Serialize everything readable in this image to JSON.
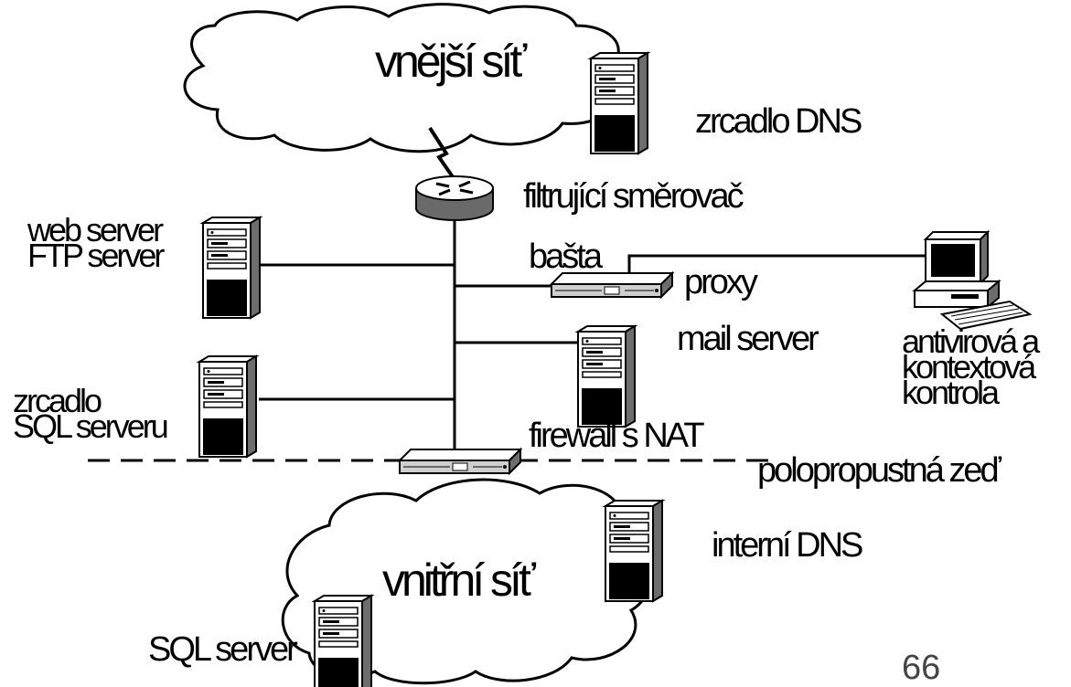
{
  "clouds": {
    "outer": "vnější síť",
    "inner": "vnitřní síť"
  },
  "labels": {
    "dns_mirror": "zrcadlo DNS",
    "filtering_router": "filtrující směrovač",
    "web_server": "web server",
    "ftp_server": "FTP server",
    "bastion": "bašta",
    "proxy": "proxy",
    "mail_server": "mail server",
    "antivirus_1": "antivirová a",
    "antivirus_2": "kontextová",
    "antivirus_3": "kontrola",
    "sql_mirror_1": "zrcadlo",
    "sql_mirror_2": "SQL serveru",
    "firewall_nat": "firewall s NAT",
    "semipermeable_wall": "polopropustná zeď",
    "internal_dns": "interní DNS",
    "sql_server": "SQL server"
  },
  "page_number": "66",
  "icons": [
    "cloud-icon",
    "server-tower-icon",
    "router-icon",
    "network-appliance-icon",
    "workstation-icon",
    "lightning-link-icon"
  ]
}
